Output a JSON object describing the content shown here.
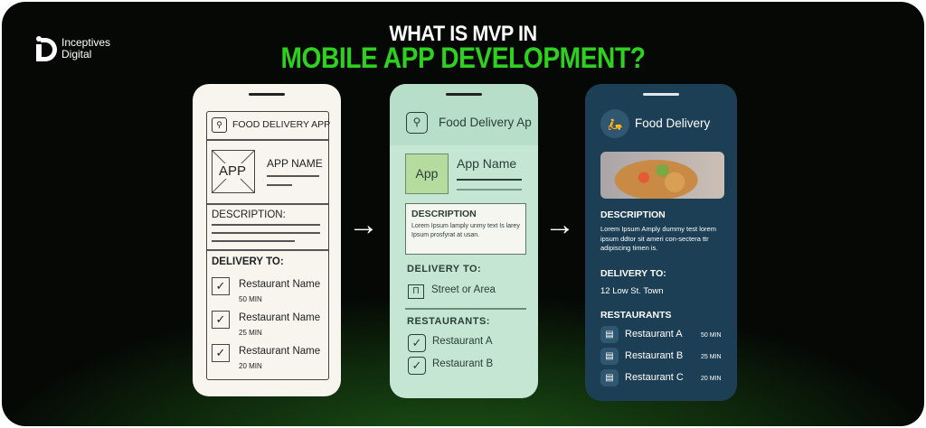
{
  "brand": {
    "name_line1": "Inceptives",
    "name_line2": "Digital"
  },
  "title": {
    "line1": "WHAT IS MVP IN",
    "line2": "MOBILE APP DEVELOPMENT?",
    "accent": "#2ed120"
  },
  "phone1": {
    "header": "FOOD DELIVERY APP",
    "app_placeholder": "APP",
    "app_name": "APP NAME",
    "description": "DESCRIPTION:",
    "delivery": "DELIVERY TO:",
    "items": [
      {
        "name": "Restaurant Name",
        "time": "50 MIN"
      },
      {
        "name": "Restaurant Name",
        "time": "25 MIN"
      },
      {
        "name": "Restaurant Name",
        "time": "20 MIN"
      }
    ]
  },
  "phone2": {
    "header": "Food Delivery Ap",
    "app_icon": "App",
    "app_name": "App Name",
    "description_title": "DESCRIPTION",
    "description_text": "Lorem Ipsum lamply unmy text Is larey Ipsum prosfyrat at usan.",
    "delivery": "DELIVERY TO:",
    "address": "Street or Area",
    "restaurants": "RESTAURANTS:",
    "items": [
      "Restaurant A",
      "Restaurant B"
    ]
  },
  "phone3": {
    "header": "Food Delivery",
    "description_title": "DESCRIPTION",
    "description_text": "Lorem Ipsum Amply dummy test lorem ipsum ddtor sit ameri con-sectera ttr adipiscing timen is.",
    "delivery": "DELIVERY TO:",
    "address": "12 Low St. Town",
    "restaurants": "RESTAURANTS",
    "items": [
      {
        "name": "Restaurant A",
        "time": "50 MIN"
      },
      {
        "name": "Restaurant B",
        "time": "25 MIN"
      },
      {
        "name": "Restaurant C",
        "time": "20 MIN"
      }
    ]
  },
  "arrows": [
    "→",
    "→"
  ]
}
